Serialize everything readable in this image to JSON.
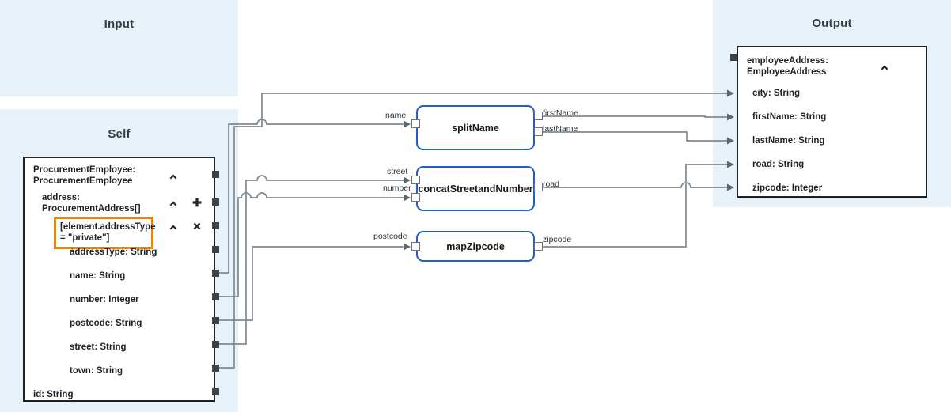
{
  "lanes": {
    "input": {
      "title": "Input"
    },
    "self": {
      "title": "Self"
    },
    "output": {
      "title": "Output"
    }
  },
  "self_schema": {
    "root": "ProcurementEmployee:\nProcurementEmployee",
    "address": "address:\nProcurementAddress[]",
    "filter": "[element.addressType\n= \"private\"]",
    "fields": [
      "addressType: String",
      "name: String",
      "number: Integer",
      "postcode: String",
      "street: String",
      "town: String"
    ],
    "id_field": "id: String",
    "controls": {
      "collapse": "chevron-up",
      "add": "plus",
      "remove": "close"
    }
  },
  "output_schema": {
    "root": "employeeAddress:\nEmployeeAddress",
    "fields": [
      "city: String",
      "firstName: String",
      "lastName: String",
      "road: String",
      "zipcode: Integer"
    ]
  },
  "functions": [
    {
      "name": "splitName",
      "inputs": [
        "name"
      ],
      "outputs": [
        "firstName",
        "lastName"
      ]
    },
    {
      "name": "concatStreetandNumber",
      "inputs": [
        "street",
        "number"
      ],
      "outputs": [
        "road"
      ]
    },
    {
      "name": "mapZipcode",
      "inputs": [
        "postcode"
      ],
      "outputs": [
        "zipcode"
      ]
    }
  ],
  "colors": {
    "lane_background": "#e6f1f9",
    "function_border": "#1d5fc4",
    "filter_highlight": "#ef8200",
    "schema_border": "#1d2226",
    "wire": "#808a90"
  }
}
